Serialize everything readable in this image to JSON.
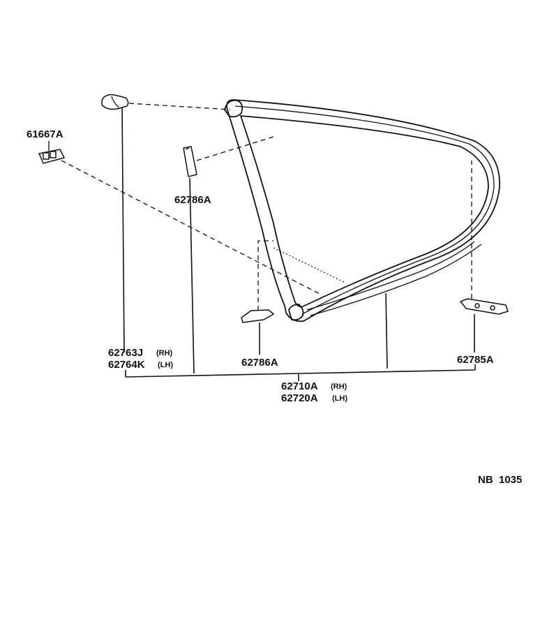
{
  "diagram": {
    "code": "NB  1035",
    "labels": {
      "clip_61667a": "61667A",
      "retainer_62786a_upper": "62786A",
      "retainer_62786a_lower": "62786A",
      "retainer_62785a": "62785A",
      "part_62763j": "62763J",
      "part_62763j_side": "(RH)",
      "part_62764k": "62764K",
      "part_62764k_side": "(LH)",
      "part_62710a": "62710A",
      "part_62710a_side": "(RH)",
      "part_62720a": "62720A",
      "part_62720a_side": "(LH)"
    }
  }
}
